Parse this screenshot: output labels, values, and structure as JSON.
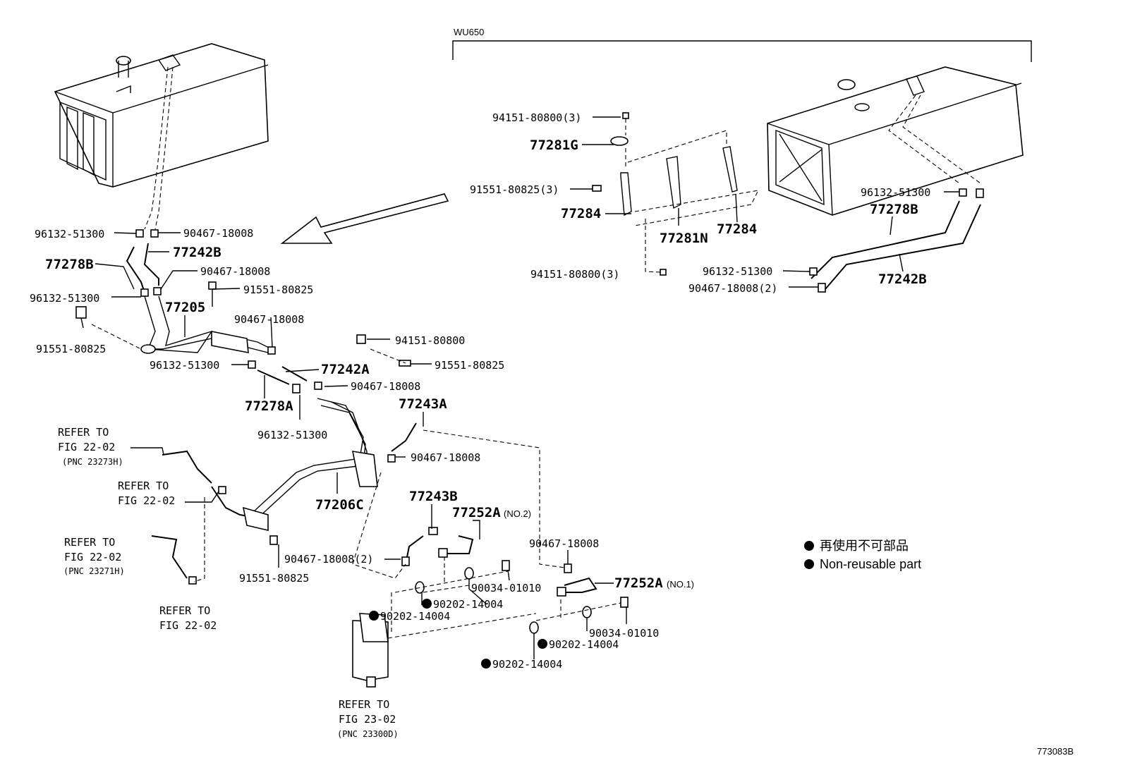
{
  "variant_label": "WU650",
  "figure_id": "773083B",
  "legend": {
    "symbol": "filled-circle",
    "japanese": "再使用不可部品",
    "english": "Non-reusable part"
  },
  "refers": [
    {
      "line1": "REFER TO",
      "line2": "FIG 22-02",
      "pnc": "(PNC 23273H)"
    },
    {
      "line1": "REFER TO",
      "line2": "FIG 22-02",
      "pnc": ""
    },
    {
      "line1": "REFER TO",
      "line2": "FIG 22-02",
      "pnc": "(PNC 23271H)"
    },
    {
      "line1": "REFER TO",
      "line2": "FIG 22-02",
      "pnc": ""
    },
    {
      "line1": "REFER TO",
      "line2": "FIG 23-02",
      "pnc": "(PNC 23300D)"
    }
  ],
  "labels": {
    "l01": "96132-51300",
    "l02": "90467-18008",
    "l03": "77278B",
    "l04": "77242B",
    "l05": "90467-18008",
    "l06": "96132-51300",
    "l07": "91551-80825",
    "l08": "77205",
    "l09": "91551-80825",
    "l10": "90467-18008",
    "l11": "96132-51300",
    "l12": "94151-80800",
    "l13": "91551-80825",
    "l14": "77242A",
    "l15": "90467-18008",
    "l16": "77278A",
    "l17": "96132-51300",
    "l18": "77243A",
    "l19": "90467-18008",
    "l20": "77206C",
    "l21": "91551-80825",
    "l22": "77243B",
    "l23": "77252A",
    "l23s": "(NO.2)",
    "l24": "90467-18008(2)",
    "l25": "90034-01010",
    "l26": "90202-14004",
    "l27": "90202-14004",
    "l28": "90467-18008",
    "l29": "77252A",
    "l29s": "(NO.1)",
    "l30": "90034-01010",
    "l31": "90202-14004",
    "l32": "90202-14004",
    "r01": "94151-80800(3)",
    "r02": "77281G",
    "r03": "91551-80825(3)",
    "r04": "77284",
    "r05": "77281N",
    "r06": "77284",
    "r07": "94151-80800(3)",
    "r08": "96132-51300",
    "r09": "77278B",
    "r10": "96132-51300",
    "r11": "90467-18008(2)",
    "r12": "77242B"
  }
}
